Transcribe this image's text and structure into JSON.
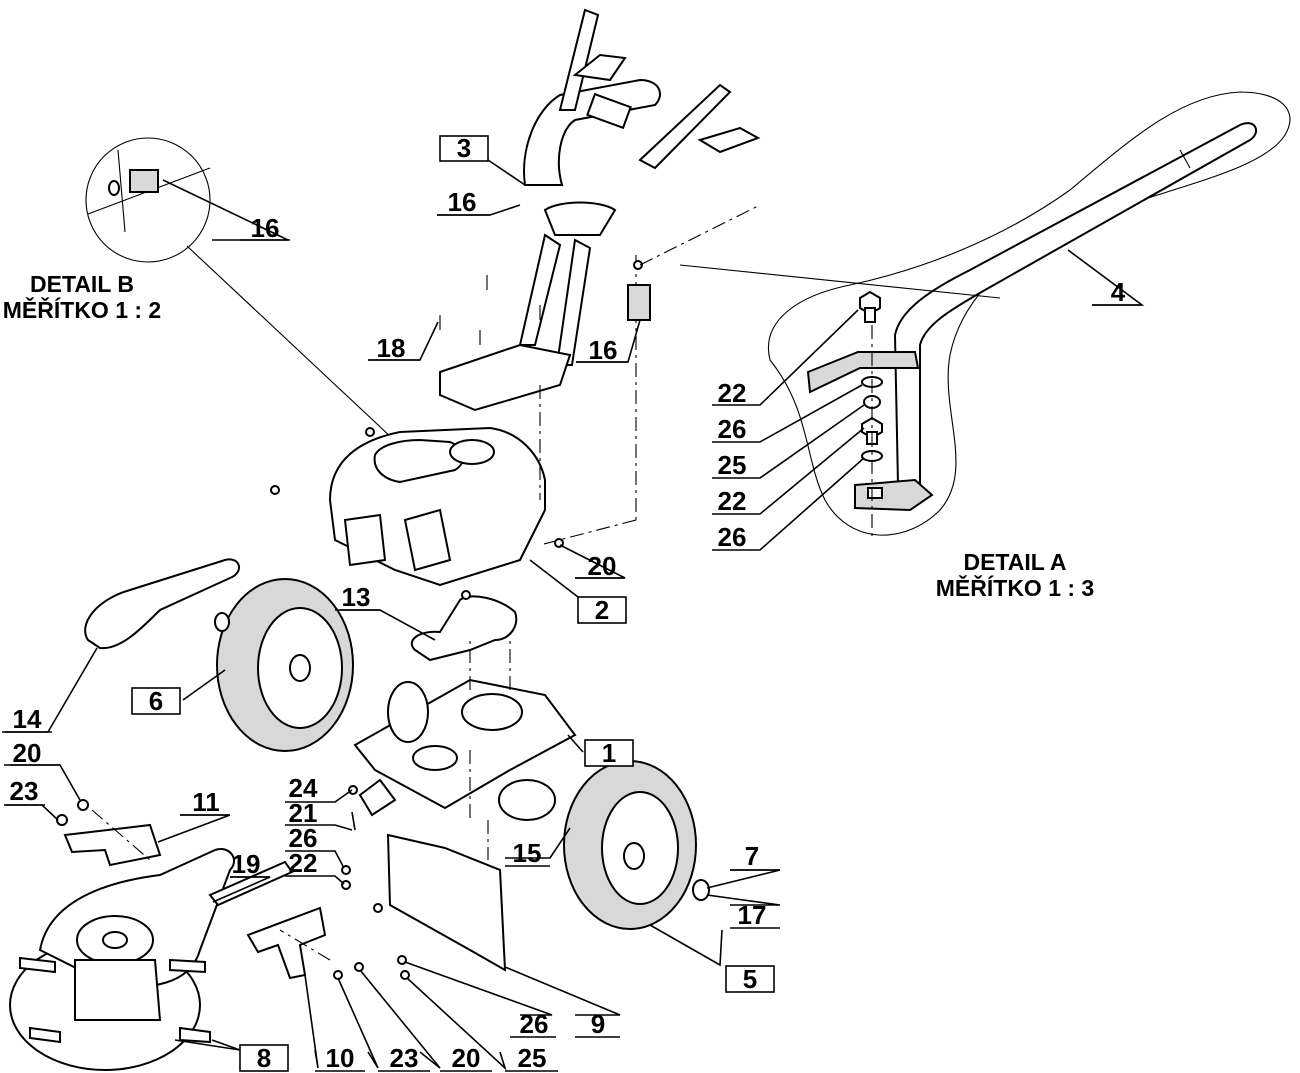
{
  "details": [
    {
      "line1": "DETAIL B",
      "line2": "MĚŘÍTKO 1 : 2"
    },
    {
      "line1": "DETAIL A",
      "line2": "MĚŘÍTKO 1 : 3"
    }
  ],
  "callouts": [
    {
      "label": "3",
      "boxed": true
    },
    {
      "label": "16",
      "boxed": false
    },
    {
      "label": "16",
      "boxed": false
    },
    {
      "label": "4",
      "boxed": false
    },
    {
      "label": "18",
      "boxed": false
    },
    {
      "label": "16",
      "boxed": false
    },
    {
      "label": "22",
      "boxed": false
    },
    {
      "label": "26",
      "boxed": false
    },
    {
      "label": "25",
      "boxed": false
    },
    {
      "label": "22",
      "boxed": false
    },
    {
      "label": "26",
      "boxed": false
    },
    {
      "label": "20",
      "boxed": false
    },
    {
      "label": "2",
      "boxed": true
    },
    {
      "label": "13",
      "boxed": false
    },
    {
      "label": "6",
      "boxed": true
    },
    {
      "label": "14",
      "boxed": false
    },
    {
      "label": "1",
      "boxed": true
    },
    {
      "label": "20",
      "boxed": false
    },
    {
      "label": "23",
      "boxed": false
    },
    {
      "label": "11",
      "boxed": false
    },
    {
      "label": "24",
      "boxed": false
    },
    {
      "label": "21",
      "boxed": false
    },
    {
      "label": "26",
      "boxed": false
    },
    {
      "label": "22",
      "boxed": false
    },
    {
      "label": "19",
      "boxed": false
    },
    {
      "label": "15",
      "boxed": false
    },
    {
      "label": "7",
      "boxed": false
    },
    {
      "label": "17",
      "boxed": false
    },
    {
      "label": "5",
      "boxed": true
    },
    {
      "label": "9",
      "boxed": false
    },
    {
      "label": "26",
      "boxed": false
    },
    {
      "label": "8",
      "boxed": true
    },
    {
      "label": "10",
      "boxed": false
    },
    {
      "label": "23",
      "boxed": false
    },
    {
      "label": "20",
      "boxed": false
    },
    {
      "label": "25",
      "boxed": false
    }
  ]
}
